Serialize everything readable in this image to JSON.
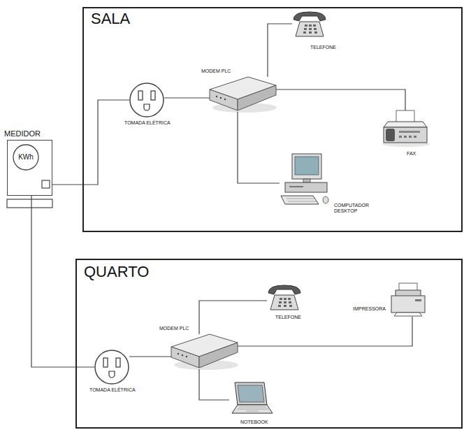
{
  "diagram": {
    "nodes": [
      {
        "text": [
          "SALA"
        ]
      },
      {
        "text": [
          "TELEFONE"
        ],
        "in": 0
      },
      {
        "text": [
          "MODEM PLC"
        ],
        "in": 0
      },
      {
        "text": [
          "TOMADA ELÉTRICA"
        ],
        "in": 0
      },
      {
        "text": [
          "FAX"
        ],
        "in": 0
      },
      {
        "text": [
          "COMPUTADOR DESKTOP"
        ],
        "in": 0
      },
      {
        "text": [
          "MEDIDOR",
          "KWh"
        ]
      },
      {
        "text": [
          "QUARTO"
        ]
      },
      {
        "text": [
          "TELEFONE"
        ],
        "in": 7
      },
      {
        "text": [
          "MODEM PLC"
        ],
        "in": 7
      },
      {
        "text": [
          "IMPRESSORA"
        ],
        "in": 7
      },
      {
        "text": [
          "TOMADA ELÉTRICA"
        ],
        "in": 7
      },
      {
        "text": [
          "NOTEBOOK"
        ],
        "in": 7
      }
    ],
    "edges": [
      {
        "from": 6,
        "to": 3,
        "arrow": "none"
      },
      {
        "from": 6,
        "to": 11,
        "arrow": "none"
      },
      {
        "from": 3,
        "to": 2,
        "arrow": "none"
      },
      {
        "from": 2,
        "to": 1,
        "arrow": "none"
      },
      {
        "from": 2,
        "to": 4,
        "arrow": "none"
      },
      {
        "from": 2,
        "to": 5,
        "arrow": "none"
      },
      {
        "from": 11,
        "to": 9,
        "arrow": "none"
      },
      {
        "from": 9,
        "to": 8,
        "arrow": "none"
      },
      {
        "from": 9,
        "to": 10,
        "arrow": "none"
      },
      {
        "from": 9,
        "to": 12,
        "arrow": "none"
      }
    ]
  }
}
